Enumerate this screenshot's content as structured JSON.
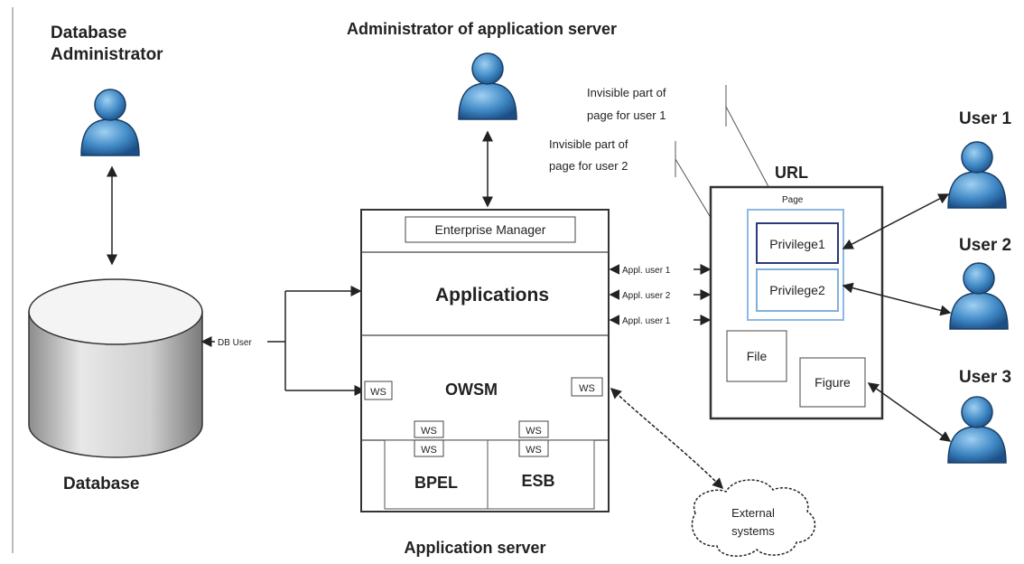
{
  "actors": {
    "db_admin": [
      "Database",
      "Administrator"
    ],
    "app_admin": "Administrator of application server",
    "user1": "User 1",
    "user2": "User 2",
    "user3": "User 3"
  },
  "database": {
    "label": "Database",
    "link_label": "DB User"
  },
  "app_server": {
    "caption": "Application server",
    "enterprise_manager": "Enterprise Manager",
    "applications": "Applications",
    "owsm": "OWSM",
    "ws_left": "WS",
    "ws_right": "WS",
    "bpel": "BPEL",
    "esb": "ESB",
    "bpel_ws": "WS",
    "bpel_ws2": "WS",
    "esb_ws": "WS",
    "esb_ws2": "WS"
  },
  "app_user_links": [
    "Appl. user 1",
    "Appl. user 2",
    "Appl. user 1"
  ],
  "url_box": {
    "title": "URL",
    "page": "Page",
    "privilege1": "Privilege1",
    "privilege2": "Privilege2",
    "file": "File",
    "figure": "Figure"
  },
  "notes": {
    "user1": [
      "Invisible part of",
      "page for user 1"
    ],
    "user2": [
      "Invisible part of",
      "page for user 2"
    ]
  },
  "external": [
    "External",
    "systems"
  ]
}
